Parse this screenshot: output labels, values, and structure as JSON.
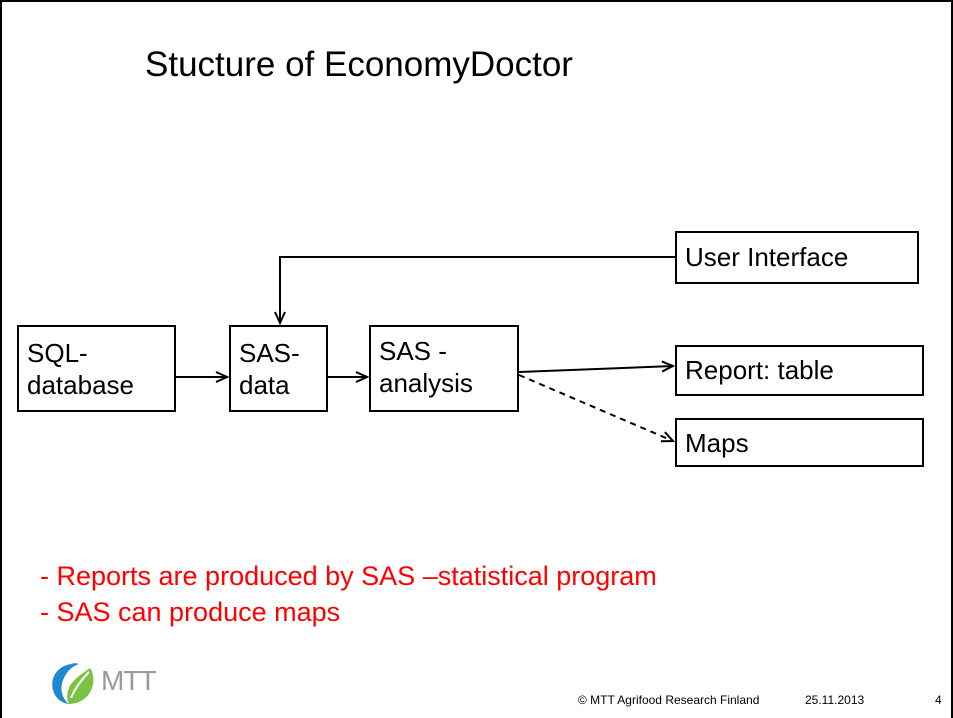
{
  "slide": {
    "title": "Stucture of EconomyDoctor"
  },
  "diagram": {
    "nodes": {
      "sql_database": {
        "line1": "SQL-",
        "line2": "database"
      },
      "sas_data": {
        "line1": "SAS-",
        "line2": "data"
      },
      "sas_analysis": {
        "line1": "SAS -",
        "line2": "analysis"
      },
      "user_interface": {
        "label": "User Interface"
      },
      "report_table": {
        "label": "Report: table"
      },
      "maps": {
        "label": "Maps"
      }
    },
    "edges": [
      {
        "from": "sql_database",
        "to": "sas_data",
        "style": "solid"
      },
      {
        "from": "sas_data",
        "to": "sas_analysis",
        "style": "solid"
      },
      {
        "from": "user_interface",
        "to": "sas_data",
        "style": "solid"
      },
      {
        "from": "sas_analysis",
        "to": "report_table",
        "style": "solid"
      },
      {
        "from": "sas_analysis",
        "to": "maps",
        "style": "dashed"
      }
    ]
  },
  "notes": [
    "- Reports are produced by SAS –statistical program",
    "- SAS can produce maps"
  ],
  "footer": {
    "logo_text": "MTT",
    "copyright": "© MTT Agrifood Research Finland",
    "date": "25.11.2013",
    "page_number": "4"
  },
  "colors": {
    "note_text": "#ff0000",
    "logo_blue": "#1e88d0",
    "logo_green": "#7cc142",
    "logo_text": "#9a9a9a"
  }
}
